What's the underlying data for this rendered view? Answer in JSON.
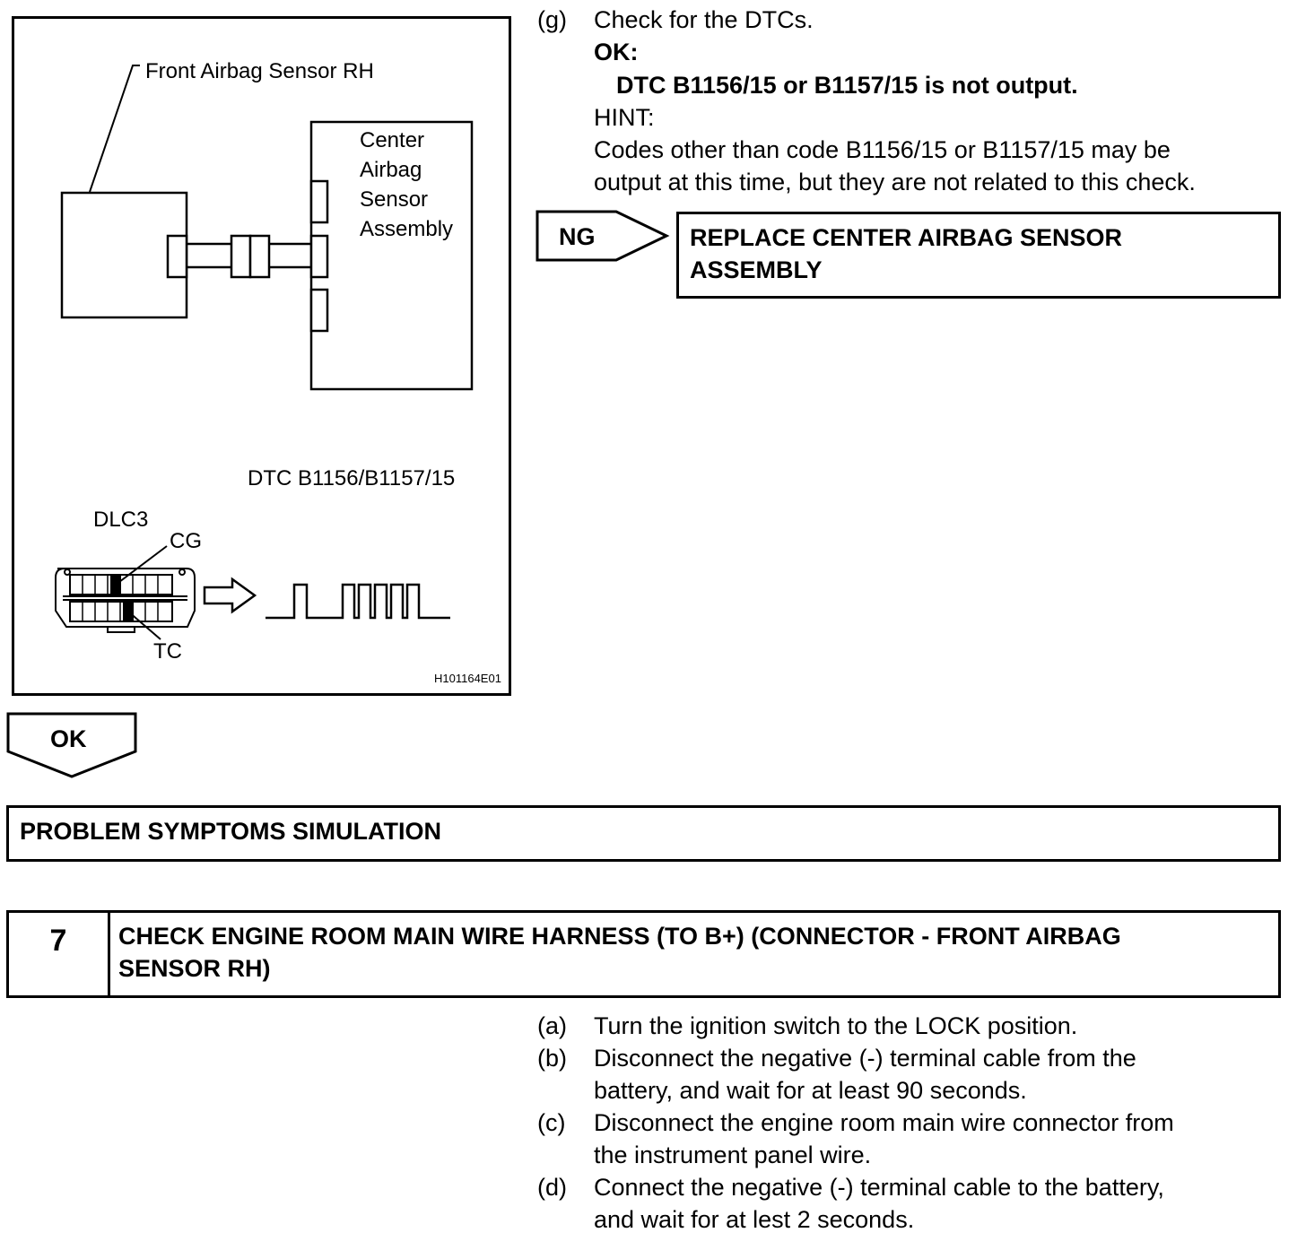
{
  "figure": {
    "front_sensor_label": "Front Airbag Sensor RH",
    "center_sensor_label": [
      "Center",
      "Airbag",
      "Sensor",
      "Assembly"
    ],
    "dtc_label": "DTC B1156/B1157/15",
    "dlc3_label": "DLC3",
    "cg_label": "CG",
    "tc_label": "TC",
    "figure_code": "H101164E01"
  },
  "step_g": {
    "marker": "(g)",
    "text": "Check for the DTCs.",
    "ok_label": "OK:",
    "ok_result": "DTC B1156/15 or B1157/15 is not output.",
    "hint_label": "HINT:",
    "hint_lines": [
      "Codes other than code B1156/15 or B1157/15 may be",
      "output at this time, but they are not related to this check."
    ]
  },
  "ng_branch": {
    "label": "NG",
    "action_lines": [
      "REPLACE CENTER AIRBAG SENSOR",
      "ASSEMBLY"
    ]
  },
  "ok_branch": {
    "label": "OK"
  },
  "symptoms_header": "PROBLEM SYMPTOMS SIMULATION",
  "step7": {
    "number": "7",
    "title_lines": [
      "CHECK ENGINE ROOM MAIN WIRE HARNESS (TO B+) (CONNECTOR - FRONT AIRBAG",
      "SENSOR RH)"
    ],
    "substeps": [
      {
        "marker": "(a)",
        "lines": [
          "Turn the ignition switch to the LOCK position."
        ]
      },
      {
        "marker": "(b)",
        "lines": [
          "Disconnect the negative (-) terminal cable from the",
          "battery, and wait for at least 90 seconds."
        ]
      },
      {
        "marker": "(c)",
        "lines": [
          "Disconnect the engine room main wire connector from",
          "the instrument panel wire."
        ]
      },
      {
        "marker": "(d)",
        "lines": [
          "Connect the negative (-) terminal cable to the battery,",
          "and wait for at lest 2 seconds."
        ]
      }
    ]
  }
}
